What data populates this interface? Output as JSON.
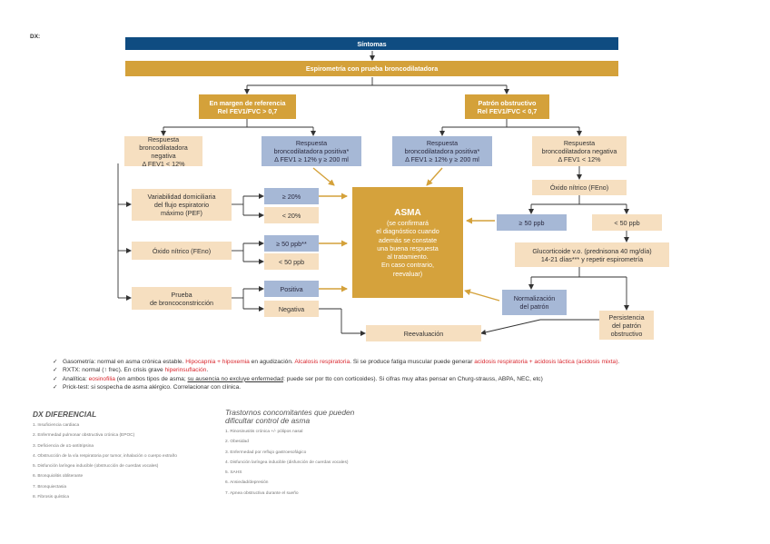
{
  "label_dx": "DX:",
  "nodes": {
    "sintomas": "Síntomas",
    "espirometria": "Espirometría con prueba broncodilatadora",
    "margen_title": "En margen de referencia",
    "margen_rel": "Rel FEV1/FVC > 0,7",
    "obstructivo_title": "Patrón obstructivo",
    "obstructivo_rel": "Rel FEV1/FVC < 0,7",
    "resp_neg_left_l1": "Respuesta",
    "resp_neg_left_l2": "broncodilatadora negativa",
    "resp_neg_left_l3": "Δ FEV1 < 12%",
    "resp_pos_left_l1": "Respuesta",
    "resp_pos_left_l2": "broncodilatadora positiva*",
    "resp_pos_left_l3": "Δ FEV1 ≥ 12% y ≥ 200 ml",
    "resp_pos_right_l1": "Respuesta",
    "resp_pos_right_l2": "broncodilatadora positiva*",
    "resp_pos_right_l3": "Δ FEV1 ≥ 12% y ≥ 200 ml",
    "resp_neg_right_l1": "Respuesta",
    "resp_neg_right_l2": "broncodilatadora negativa",
    "resp_neg_right_l3": "Δ FEV1 < 12%",
    "variabilidad_l1": "Variabilidad domiciliaria",
    "variabilidad_l2": "del flujo espiratorio",
    "variabilidad_l3": "máximo (PEF)",
    "pef_high": "≥ 20%",
    "pef_low": "< 20%",
    "oxido_left": "Óxido nítrico (FEno)",
    "fe_high": "≥ 50 ppb**",
    "fe_low": "< 50 ppb",
    "bronco_l1": "Prueba",
    "bronco_l2": "de broncoconstricción",
    "positiva": "Positiva",
    "negativa": "Negativa",
    "asma_title": "ASMA",
    "asma_l1": "(se confirmará",
    "asma_l2": "el diagnóstico cuando",
    "asma_l3": "además se constate",
    "asma_l4": "una buena respuesta",
    "asma_l5": "al tratamiento.",
    "asma_l6": "En caso contrario,",
    "asma_l7": "reevaluar)",
    "oxido_right": "Óxido nítrico (FEno)",
    "r_fe_high": "≥ 50 ppb",
    "r_fe_low": "< 50 ppb",
    "gluco_l1": "Glucorticoide v.o. (prednisona 40 mg/día)",
    "gluco_l2": "14-21 días*** y repetir espirometría",
    "normalizacion_l1": "Normalización",
    "normalizacion_l2": "del patrón",
    "persistencia_l1": "Persistencia",
    "persistencia_l2": "del patrón",
    "persistencia_l3": "obstructivo",
    "reevaluacion": "Reevaluación"
  },
  "notes": {
    "gaso_a": "Gasometría: normal en asma crónica estable. ",
    "gaso_b": "Hipocapnia + hipoxemia",
    "gaso_c": " en agudización. ",
    "gaso_d": "Alcalosis respiratoria",
    "gaso_e": ". Si se produce fatiga muscular puede generar ",
    "gaso_f": "acidosis respiratoria + acidosis láctica (acidosis mixta)",
    "gaso_g": ".",
    "rxtx_a": "RXTX: normal (↑ frec). En crisis grave ",
    "rxtx_b": "hiperinsuflación",
    "rxtx_c": ".",
    "anal_a": "Analítica: ",
    "anal_b": "eosinofilia",
    "anal_c": " (en ambos tipos de asma; ",
    "anal_d": "su ausencia no excluye enfermedad",
    "anal_e": ": puede ser por tto con corticoides). Si cifras muy altas pensar en Churg-strauss, ABPA, NEC, etc)",
    "prick": "Prick-test: si sospecha de asma alérgico. Correlacionar con clínica."
  },
  "dx_diferencial": {
    "title": "DX DIFERENCIAL",
    "items": [
      "1. Insuficiencia cardiaca",
      "2. Enfermedad pulmonar obstructiva crónica (EPOC)",
      "3. Deficiencia de α1-antitripsina",
      "4. Obstrucción de la vía respiratoria por tumor, inhalación o cuerpo extraño",
      "5. Disfunción laríngea inducible (obstrucción de cuerdas vocales)",
      "6. Bronquiolitis obliterante",
      "7. Bronquiectasia",
      "8. Fibrosis quística"
    ]
  },
  "trastornos": {
    "title_l1": "Trastornos concomitantes que pueden",
    "title_l2": "dificultar control de asma",
    "items": [
      "1. Rinosinusitis crónica +/- pólipos nasal",
      "2. Obesidad",
      "3. Enfermedad por reflujo gastroesofágico",
      "4. Disfunción laríngea inducible (disfunción de cuerdas vocales)",
      "5. SAHS",
      "6. Ansiedad/depresión",
      "7. Apnea obstructiva durante el sueño"
    ]
  },
  "colors": {
    "navy": "#0f4c81",
    "gold": "#d4a13a",
    "beige": "#f6dfc0",
    "blue": "#a6b8d6",
    "red": "#d9272e"
  },
  "icons": [
    "check-icon"
  ]
}
